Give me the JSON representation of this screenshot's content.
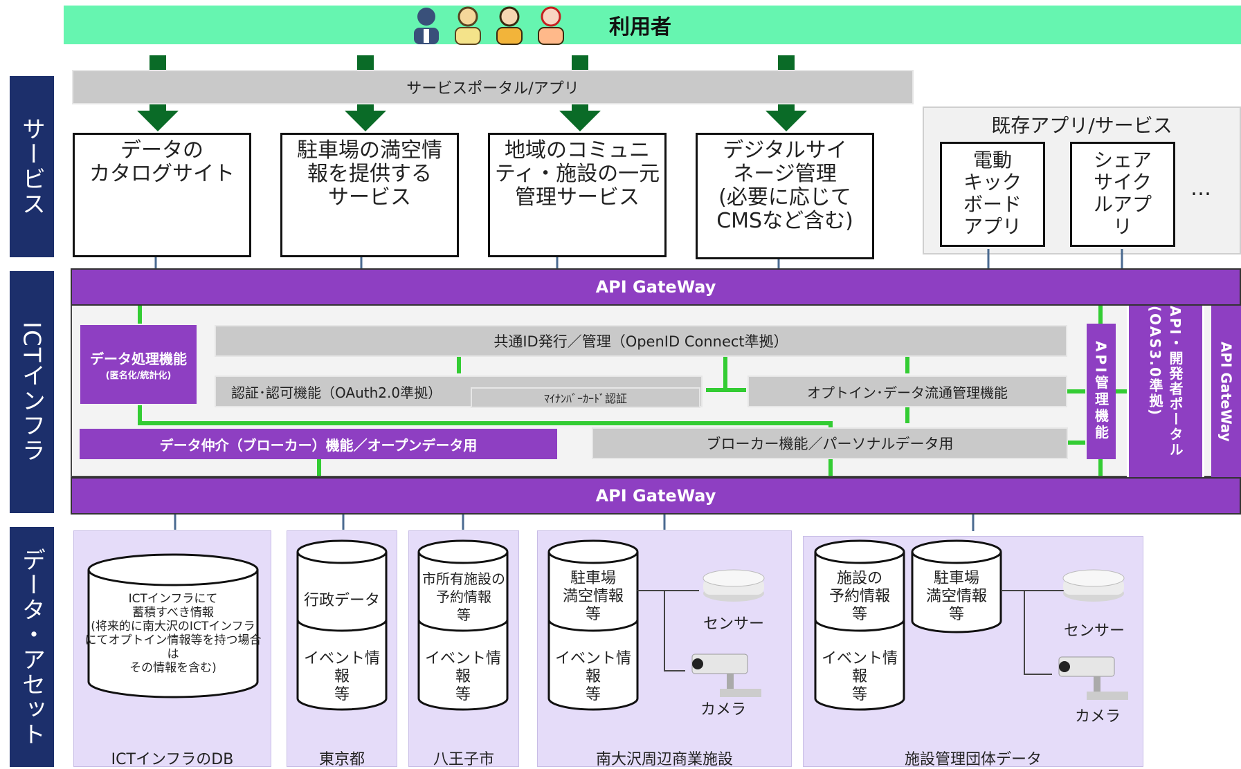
{
  "header": {
    "title": "利用者"
  },
  "side_labels": {
    "service": "サービス",
    "ict": "ICTインフラ",
    "data": "データ・アセット"
  },
  "service": {
    "portal": "サービスポータル/アプリ",
    "boxes": [
      "データの\nカタログサイト",
      "駐車場の満空情\n報を提供する\nサービス",
      "地域のコミュニ\nティ・施設の一元\n管理サービス",
      "デジタルサイ\nネージ管理\n(必要に応じて\nCMSなど含む)"
    ],
    "existing": {
      "title": "既存アプリ/サービス",
      "apps": [
        "電動\nキック\nボード\nアプリ",
        "シェア\nサイク\nルアプ\nリ"
      ],
      "more": "…"
    }
  },
  "ict": {
    "gateway_top": "API GateWay",
    "gateway_bottom": "API GateWay",
    "gateway_right": "API GateWay",
    "data_processing": {
      "title": "データ処理機能",
      "sub": "(匿名化/統計化)"
    },
    "common_id": "共通ID発行／管理（OpenID Connect準拠）",
    "auth": "認証･認可機能（OAuth2.0準拠）",
    "mynumber": "ﾏｲﾅﾝﾊﾞｰｶｰﾄﾞ認証",
    "optin": "オプトイン･データ流通管理機能",
    "broker_open": "データ仲介（ブローカー）機能／オープンデータ用",
    "broker_personal": "ブローカー機能／パーソナルデータ用",
    "api_mgmt": "API管理機能",
    "dev_portal": "API・開発者ポータル(OAS3.0準拠)"
  },
  "assets": {
    "groups": [
      {
        "label": "ICTインフラのDB"
      },
      {
        "label": "東京都"
      },
      {
        "label": "八王子市"
      },
      {
        "label": "南大沢周辺商業施設"
      },
      {
        "label": "施設管理団体データ"
      }
    ],
    "ict_db_text": "ICTインフラにて\n蓄積すべき情報\n(将来的に南大沢のICTインフラ\nにてオプトイン情報等を持つ場合は\nその情報を含む)",
    "gyosei": "行政データ",
    "event": "イベント情報\n等",
    "shisetsu_yoyaku": "市所有施設の\n予約情報\n等",
    "parking": "駐車場\n満空情報\n等",
    "facility_yoyaku": "施設の\n予約情報\n等",
    "sensor": "センサー",
    "camera": "カメラ"
  }
}
